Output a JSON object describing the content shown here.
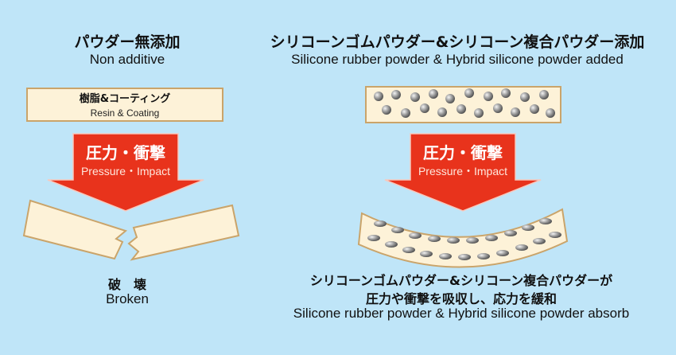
{
  "left": {
    "heading_jp": "パウダー無添加",
    "heading_en": "Non additive",
    "coating_jp": "樹脂&コーティング",
    "coating_en": "Resin & Coating",
    "arrow_jp": "圧力・衝撃",
    "arrow_en": "Pressure・Impact",
    "result_jp": "破　壊",
    "result_en": "Broken"
  },
  "right": {
    "heading_jp": "シリコーンゴムパウダー&シリコーン複合パウダー添加",
    "heading_en": "Silicone rubber powder & Hybrid silicone powder added",
    "arrow_jp": "圧力・衝撃",
    "arrow_en": "Pressure・Impact",
    "caption_jp_1": "シリコーンゴムパウダー&シリコーン複合パウダーが",
    "caption_jp_2": "圧力や衝撃を吸収し、応力を緩和",
    "caption_en": "Silicone rubber powder & Hybrid silicone powder absorb"
  },
  "colors": {
    "background": "#bfe5f8",
    "arrow": "#e8331c",
    "box_fill": "#fdf2d8",
    "box_stroke": "#caa46a",
    "particle": "#8c8c8c"
  }
}
